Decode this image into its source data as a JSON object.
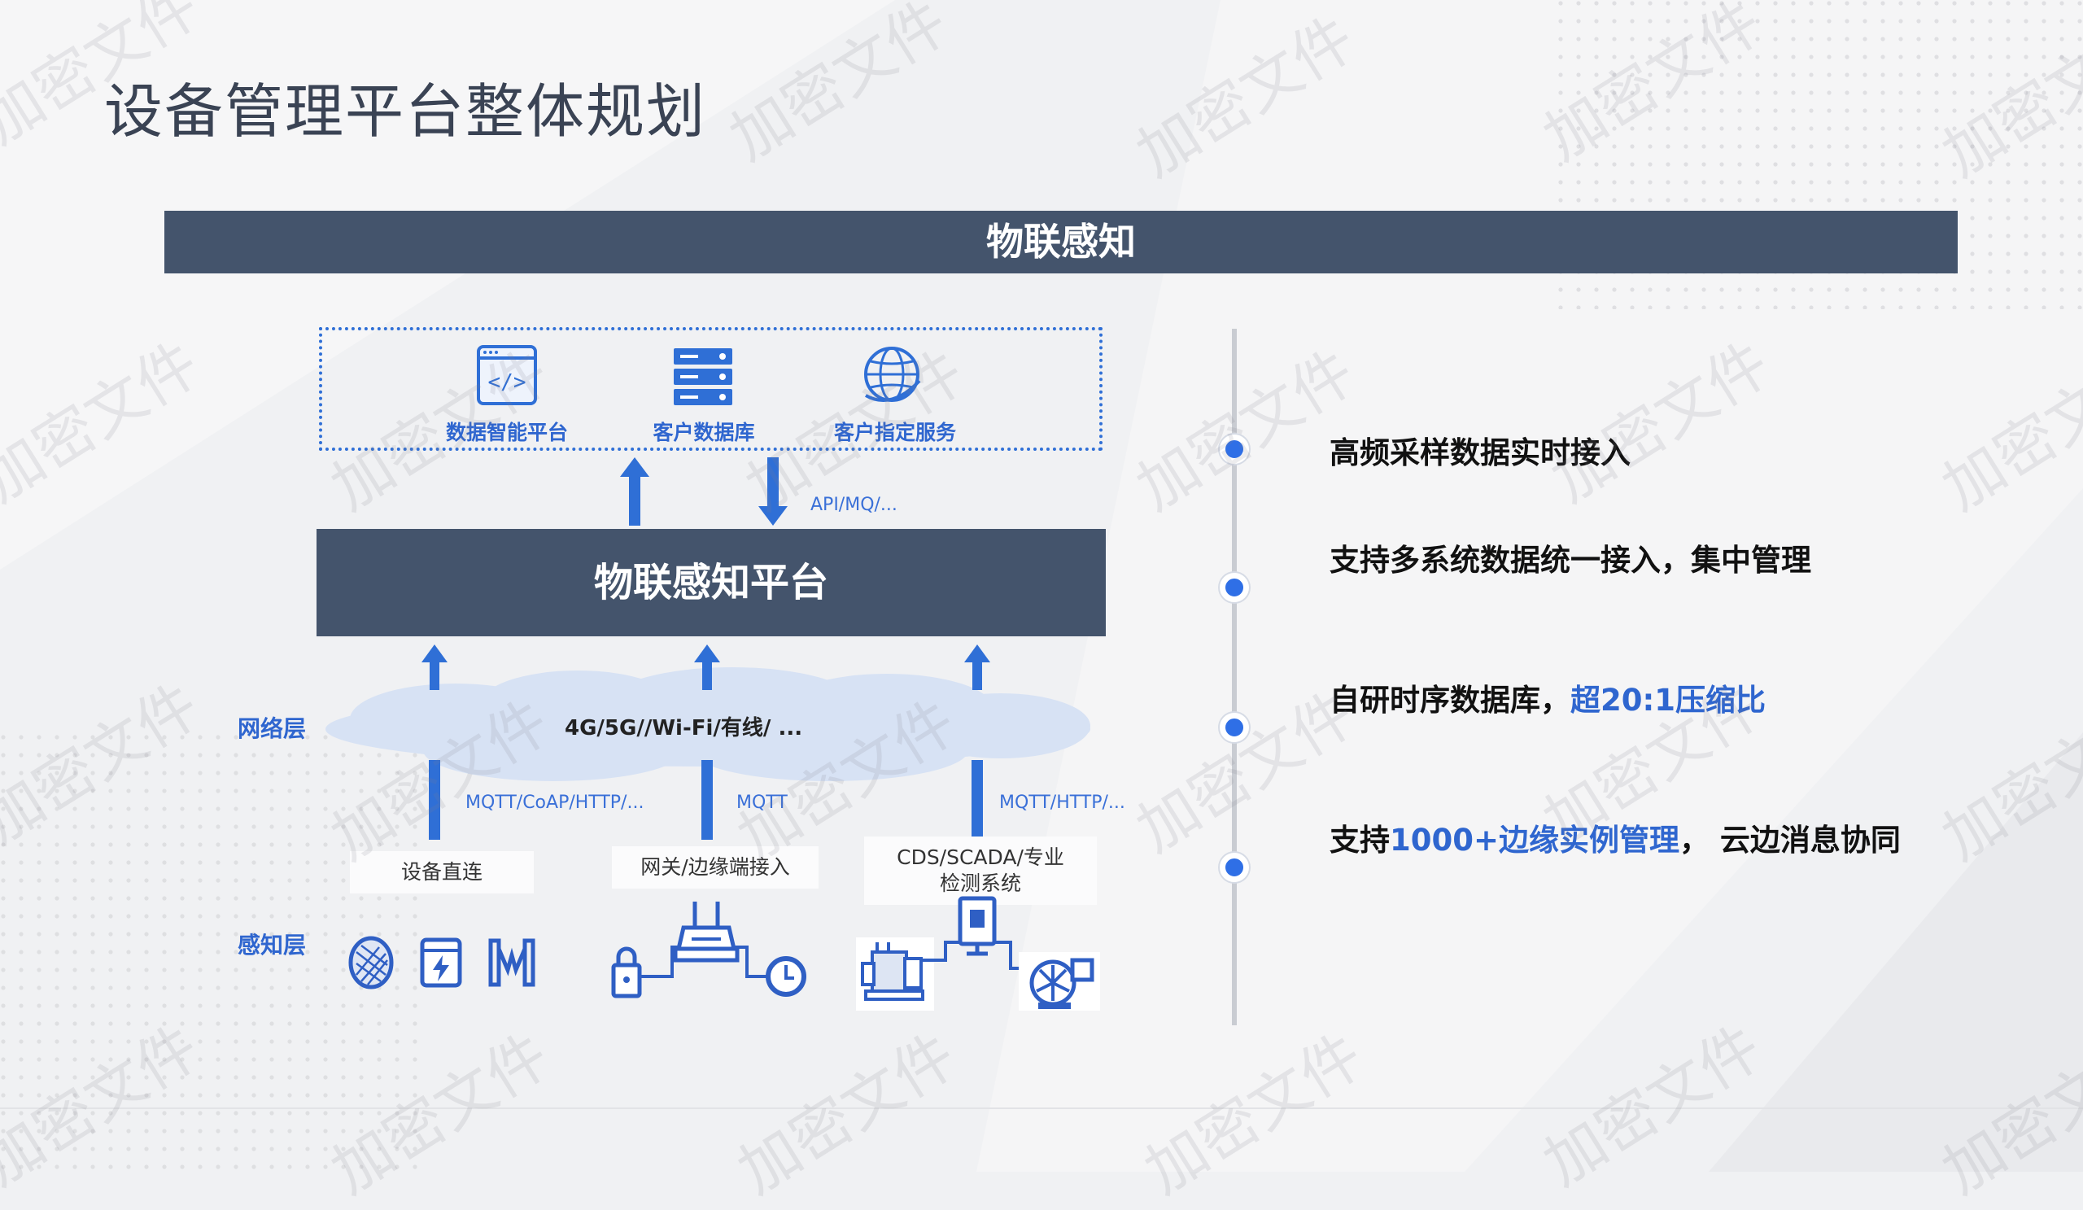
{
  "page": {
    "title": "设备管理平台整体规划",
    "banner": "物联感知"
  },
  "diagram": {
    "services": [
      {
        "label": "数据智能平台",
        "icon": "code-window-icon"
      },
      {
        "label": "客户数据库",
        "icon": "server-icon"
      },
      {
        "label": "客户指定服务",
        "icon": "globe-icon"
      }
    ],
    "api_label": "API/MQ/...",
    "platform_label": "物联感知平台",
    "network_layer_label": "网络层",
    "network_text": "4G/5G//Wi-Fi/有线/ ...",
    "protocols": [
      "MQTT/CoAP/HTTP/...",
      "MQTT",
      "MQTT/HTTP/..."
    ],
    "access_types": [
      "设备直连",
      "网关/边缘端接入",
      "CDS/SCADA/专业\n检测系统"
    ],
    "perception_layer_label": "感知层"
  },
  "features": [
    {
      "parts": [
        {
          "text": "高频采样数据实时接入",
          "highlight": false
        }
      ]
    },
    {
      "parts": [
        {
          "text": "支持多系统数据统一接入，集中管理",
          "highlight": false
        }
      ]
    },
    {
      "parts": [
        {
          "text": "自研时序数据库，",
          "highlight": false
        },
        {
          "text": "超20:1压缩比",
          "highlight": true
        }
      ]
    },
    {
      "parts": [
        {
          "text": "支持",
          "highlight": false
        },
        {
          "text": "1000+边缘实例管理",
          "highlight": true
        },
        {
          "text": "， 云边消息协同",
          "highlight": false
        }
      ]
    }
  ],
  "watermark": "加密文件",
  "colors": {
    "dark_slate": "#44546c",
    "accent_blue": "#2f66cf",
    "dot_blue": "#2f6fe6",
    "cloud": "#d7e2f4"
  }
}
